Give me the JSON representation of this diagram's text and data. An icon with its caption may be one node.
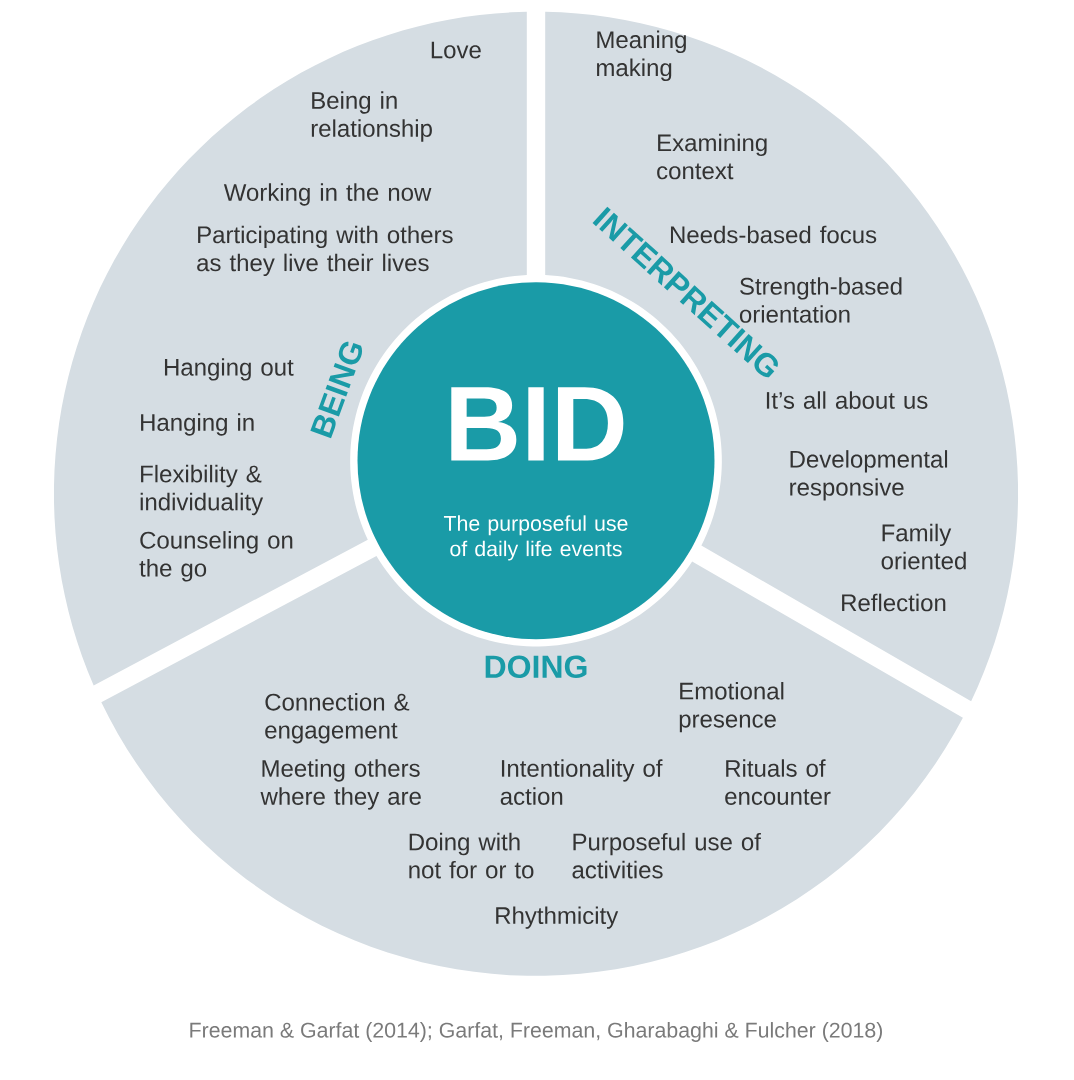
{
  "diagram": {
    "nodes": [
      {
        "text": [
          "BEING",
          "Love",
          "Being in relationship",
          "Working in the now",
          "Participating with others as they live their lives",
          "Hanging out",
          "Hanging in",
          "Flexibility & individuality",
          "Counseling on the go"
        ]
      },
      {
        "text": [
          "INTERPRETING",
          "Meaning making",
          "Examining context",
          "Needs-based focus",
          "Strength-based orientation",
          "It’s all about us",
          "Developmental responsive",
          "Family oriented",
          "Reflection"
        ]
      },
      {
        "text": [
          "DOING",
          "Connection & engagement",
          "Emotional presence",
          "Meeting others where they are",
          "Intentionality of action",
          "Rituals of encounter",
          "Doing with not for or to",
          "Purposeful use of activities",
          "Rhythmicity"
        ]
      },
      {
        "text": [
          "BID",
          "The purposeful use of daily life events"
        ]
      }
    ],
    "labels": [
      "Freeman & Garfat (2014); Garfat, Freeman, Gharabaghi & Fulcher (2018)"
    ]
  }
}
